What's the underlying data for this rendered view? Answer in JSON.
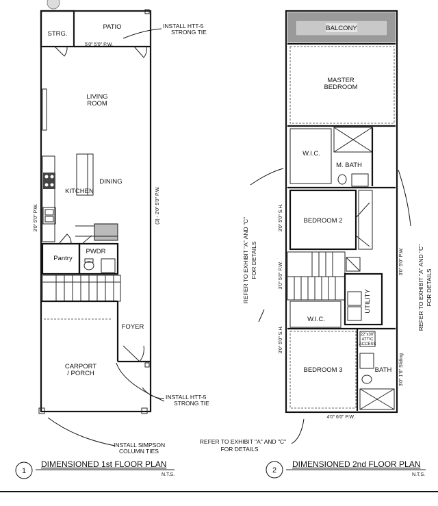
{
  "floor1": {
    "rooms": {
      "storage": "STRG.",
      "patio": "PATIO",
      "living": [
        "LIVING",
        "ROOM"
      ],
      "dining": "DINING",
      "kitchen": "KITCHEN",
      "pwdr": "PWDR",
      "pantry": "Pantry",
      "foyer": "FOYER",
      "carport": [
        "CARPORT",
        "/ PORCH"
      ]
    },
    "callouts": {
      "htt_top": [
        "INSTALL HTT-5",
        "STRONG TIE"
      ],
      "htt_bottom": [
        "INSTALL HTT-5",
        "STRONG TIE"
      ],
      "simpson": [
        "INSTALL SIMPSON",
        "COLUMN TIES"
      ]
    },
    "dims": {
      "patio_span": "5'0\" 5'0\" P.W.",
      "right_wall": "(3) - 2'0\" 5'0\" P.W.",
      "left_wall": "3'0\" 5'0\" P.W."
    },
    "title": {
      "number": "1",
      "text": "DIMENSIONED 1st FLOOR PLAN",
      "scale": "N.T.S."
    }
  },
  "floor2": {
    "rooms": {
      "balcony": "BALCONY",
      "master": [
        "MASTER",
        "BEDROOM"
      ],
      "wic_top": "W.I.C.",
      "mbath": "M. BATH",
      "bedroom2": "BEDROOM 2",
      "wic_bottom": "W.I.C.",
      "utility": "UTILITY",
      "attic": [
        "22\"x30\"",
        "ATTIC",
        "ACCESS"
      ],
      "bedroom3": "BEDROOM 3",
      "bath": "BATH"
    },
    "callouts": {
      "refer_left": [
        "REFER TO EXHIBIT \"A\" AND \"C\"",
        "FOR DETAILS"
      ],
      "refer_right": [
        "REFER TO EXHIBIT \"A\" AND \"C\"",
        "FOR DETAILS"
      ],
      "refer_bottom": [
        "REFER TO EXHIBIT \"A\" AND \"C\"",
        "FOR DETAILS"
      ]
    },
    "dims": {
      "left_top": "3'0\" 5'0\" S.H.",
      "left_mid": "3'0\" 5'0\" P.W.",
      "left_low": "3'0\" 5'0\" S.H.",
      "right_mid": "3'0\" 5'0\" P.W.",
      "right_low": "3'0\" 1'6\" Sliding",
      "bottom": "4'0\" 6'0\" P.W."
    },
    "title": {
      "number": "2",
      "text": "DIMENSIONED 2nd FLOOR PLAN",
      "scale": "N.T.S."
    }
  }
}
